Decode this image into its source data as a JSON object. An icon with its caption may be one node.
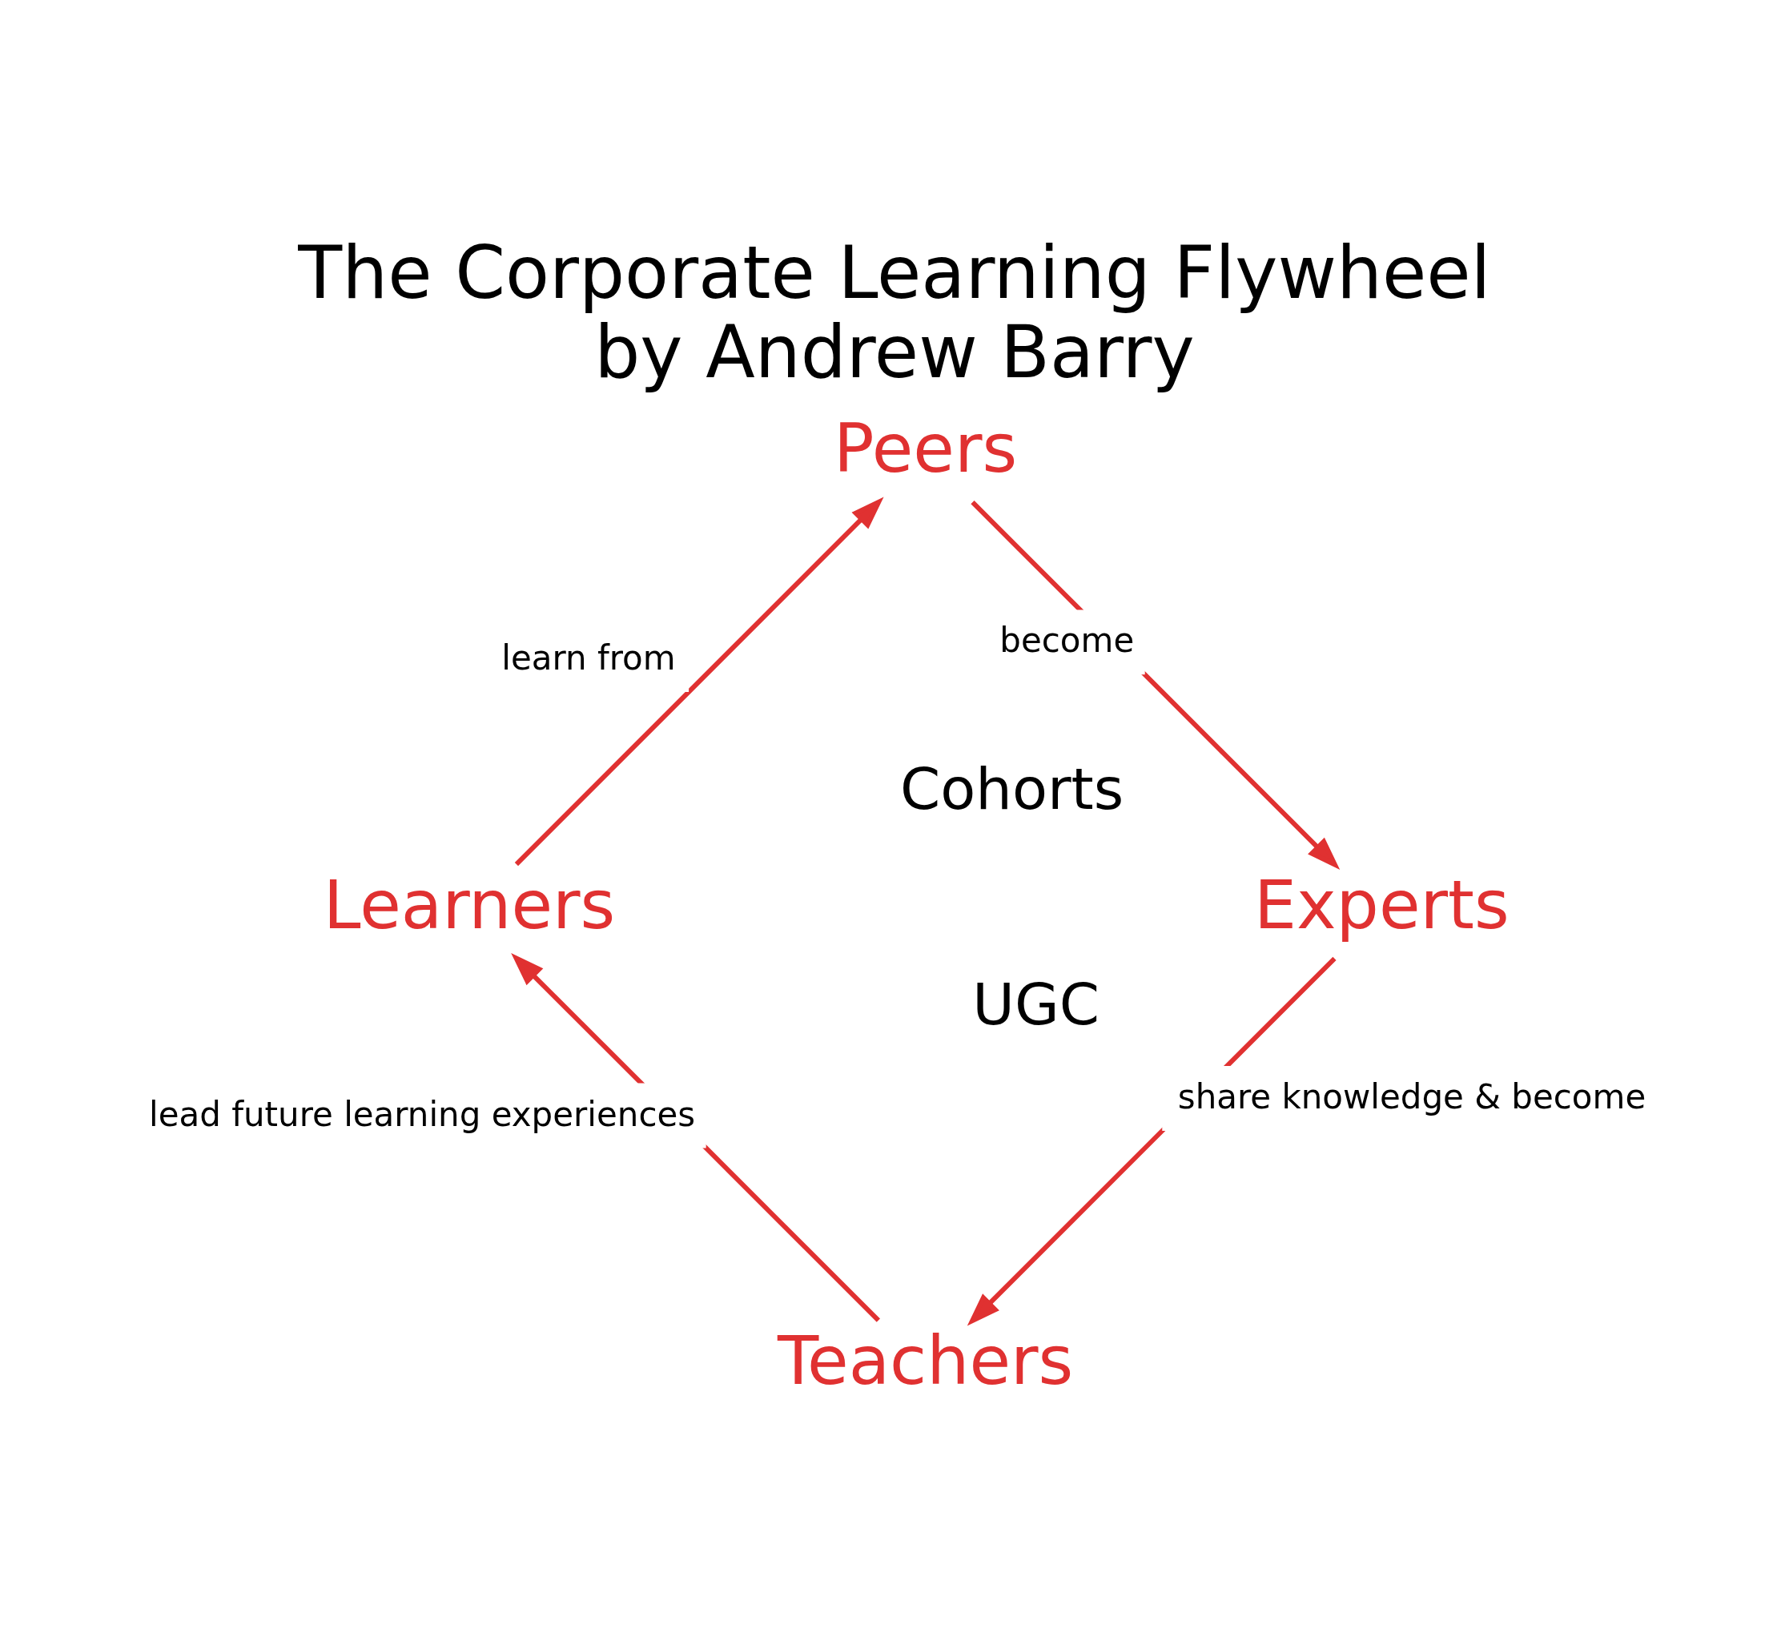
{
  "diagram": {
    "title": "The Corporate Learning Flywheel",
    "caption": "by Andrew Barry",
    "nodes": [
      {
        "text": [
          "Teachers"
        ]
      },
      {
        "text": [
          "Learners"
        ]
      },
      {
        "text": [
          "Experts"
        ]
      },
      {
        "text": [
          "Peers"
        ]
      }
    ],
    "edges": [
      {
        "from": 1,
        "to": 3,
        "arrow": "to",
        "label": "learn from"
      },
      {
        "from": 3,
        "to": 2,
        "arrow": "to",
        "label": "become"
      },
      {
        "from": 2,
        "to": 0,
        "arrow": "to",
        "label": "share knowledge & become"
      },
      {
        "from": 0,
        "to": 1,
        "arrow": "to",
        "label": "lead future learning experiences"
      }
    ],
    "labels": [
      "UGC",
      "Cohorts"
    ]
  }
}
